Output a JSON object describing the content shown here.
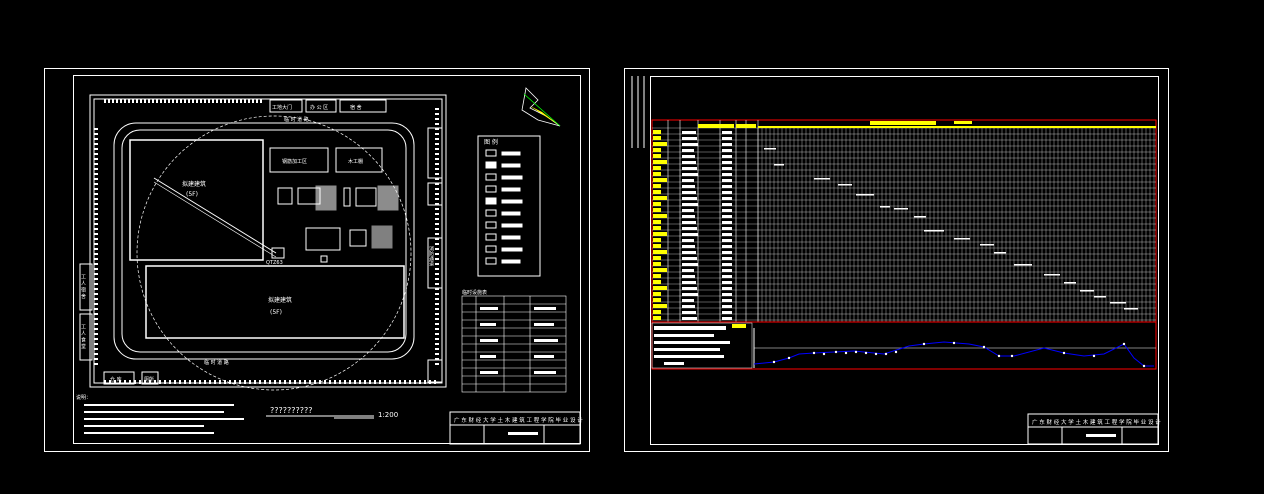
{
  "sheet1": {
    "title_block_text": "广 东 财 经 大 学 土 木 建 筑 工 程 学 院 毕 业 设 计",
    "scale_text": "1:200",
    "drawing_label": "??????????",
    "building_top_label": "拟建建筑",
    "building_top_floors": "(5F)",
    "building_bottom_label": "拟建建筑",
    "building_bottom_floors": "(5F)",
    "crane_label": "QTZ63",
    "top_road_labels": [
      "工地大门",
      "办 公 区",
      "宿 舍"
    ],
    "top_road_label": "临 时 道 路",
    "bottom_road_label": "临 时 道 路",
    "box_labels": [
      "钢筋加工区",
      "木工棚"
    ],
    "left_side_labels": [
      "工 人 宿 舍",
      "工 人 食 堂"
    ],
    "bottom_labels": [
      "仓 库",
      "厕所"
    ],
    "right_side_label": "消防通道",
    "legend_title": "图 例",
    "table_title": "临时设施表",
    "notes_heading": "说明："
  },
  "sheet2": {
    "title_block_text": "广 东 财 经 大 学 土 木 建 筑 工 程 学 院 毕 业 设 计"
  },
  "colors": {
    "background": "#000000",
    "line": "#ffffff",
    "accent": "#ffff00",
    "border_red": "#ff0000",
    "chart_blue": "#0000ff",
    "green": "#00ff00"
  }
}
